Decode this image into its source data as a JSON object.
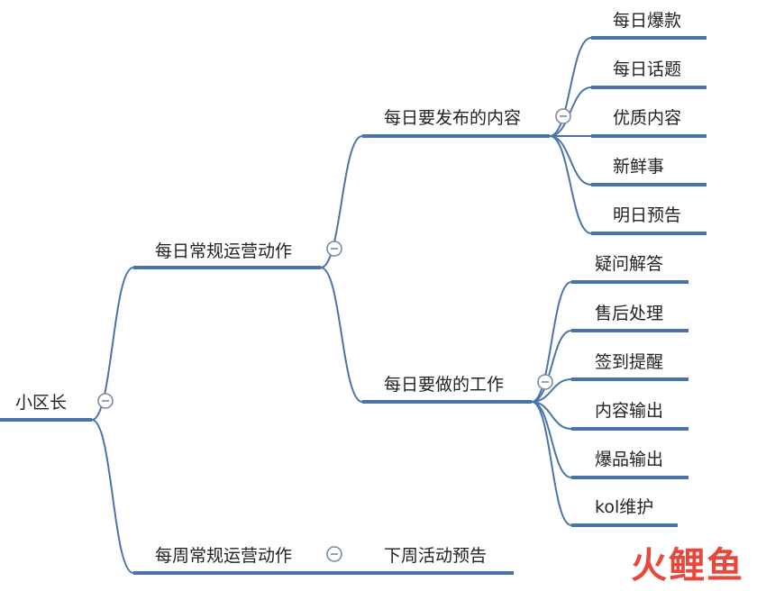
{
  "mindmap": {
    "root": {
      "label": "小区长"
    },
    "daily_ops": {
      "label": "每日常规运营动作",
      "publish": {
        "label": "每日要发布的内容",
        "items": [
          "每日爆款",
          "每日话题",
          "优质内容",
          "新鲜事",
          "明日预告"
        ]
      },
      "work": {
        "label": "每日要做的工作",
        "items": [
          "疑问解答",
          "售后处理",
          "签到提醒",
          "内容输出",
          "爆品输出",
          "kol维护"
        ]
      }
    },
    "weekly_ops": {
      "label": "每周常规运营动作",
      "items": [
        "下周活动预告"
      ]
    }
  },
  "colors": {
    "line": "#4a74a9",
    "collapse": "#7a8aa3",
    "text": "#222222"
  },
  "watermark": {
    "part1": "火",
    "part2": "鲤",
    "part3": "鱼"
  }
}
